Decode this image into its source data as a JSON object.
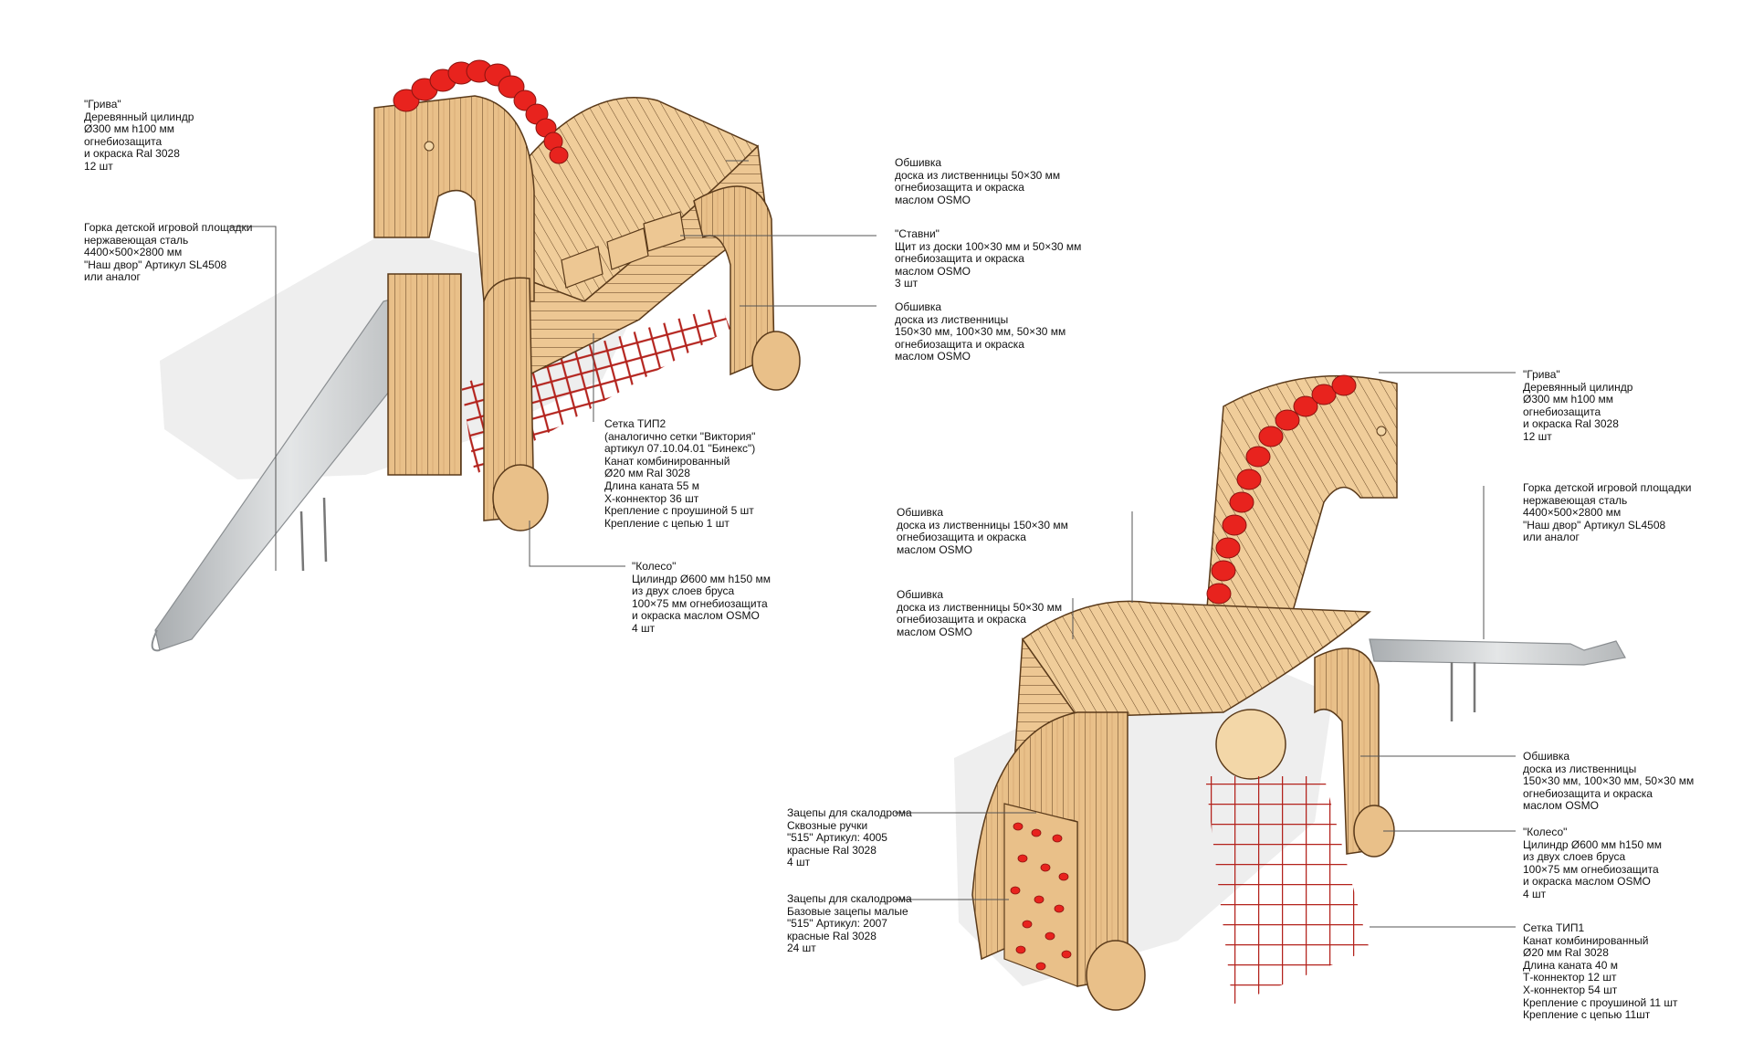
{
  "colors": {
    "wood": "#E9C089",
    "wood_dark": "#C9965A",
    "wood_line": "#5A3A1A",
    "mane_red": "#E8231E",
    "rope_red": "#B3221C",
    "steel": "#C9CCCE",
    "shadow": "#EEEEEE",
    "leader": "#555555"
  },
  "callouts_left": {
    "mane": [
      "\"Грива\"",
      "Деревянный цилиндр",
      "Ø300 мм h100 мм",
      "огнебиозащита",
      "и окраска Ral 3028",
      "12 шт"
    ],
    "slide": [
      "Горка детской игровой площадки",
      "нержавеющая сталь",
      "4400×500×2800 мм",
      "\"Наш двор\" Артикул SL4508",
      "или аналог"
    ],
    "cladding_top": [
      "Обшивка",
      "доска из лиственницы 50×30 мм",
      "огнебиозащита и окраска",
      "маслом OSMO"
    ],
    "shutters": [
      "\"Ставни\"",
      "Щит из доски 100×30 мм и 50×30 мм",
      "огнебиозащита и окраска",
      "маслом OSMO",
      "3 шт"
    ],
    "cladding_side": [
      "Обшивка",
      "доска из лиственницы",
      "150×30 мм, 100×30 мм, 50×30 мм",
      "огнебиозащита и окраска",
      "маслом OSMO"
    ],
    "net": [
      "Сетка ТИП2",
      "(аналогично сетки \"Виктория\"",
      "артикул 07.10.04.01 \"Бинекс\")",
      "Канат комбинированный",
      "Ø20 мм Ral 3028",
      "Длина каната 55 м",
      "Х-коннектор 36 шт",
      "Крепление с проушиной 5 шт",
      "Крепление с цепью 1 шт"
    ],
    "wheel": [
      "\"Колесо\"",
      "Цилиндр Ø600 мм h150 мм",
      "из двух слоев бруса",
      "100×75 мм огнебиозащита",
      "и окраска маслом OSMO",
      "4 шт"
    ]
  },
  "callouts_right": {
    "mane": [
      "\"Грива\"",
      "Деревянный цилиндр",
      "Ø300 мм h100 мм",
      "огнебиозащита",
      "и окраска Ral 3028",
      "12 шт"
    ],
    "slide": [
      "Горка детской игровой площадки",
      "нержавеющая сталь",
      "4400×500×2800 мм",
      "\"Наш двор\" Артикул SL4508",
      "или аналог"
    ],
    "cladding_150": [
      "Обшивка",
      "доска из лиственницы 150×30 мм",
      "огнебиозащита и окраска",
      "маслом OSMO"
    ],
    "cladding_50": [
      "Обшивка",
      "доска из лиственницы 50×30 мм",
      "огнебиозащита и окраска",
      "маслом OSMO"
    ],
    "cladding_side": [
      "Обшивка",
      "доска из лиственницы",
      "150×30 мм, 100×30 мм, 50×30 мм",
      "огнебиозащита и окраска",
      "маслом OSMO"
    ],
    "wheel": [
      "\"Колесо\"",
      "Цилиндр Ø600 мм h150 мм",
      "из двух слоев бруса",
      "100×75 мм огнебиозащита",
      "и окраска маслом OSMO",
      "4 шт"
    ],
    "holds_handles": [
      "Зацепы для скалодрома",
      "Сквозные ручки",
      "\"515\" Артикул: 4005",
      "красные Ral 3028",
      "4 шт"
    ],
    "holds_small": [
      "Зацепы для скалодрома",
      "Базовые зацепы малые",
      "\"515\" Артикул: 2007",
      "красные Ral 3028",
      "24 шт"
    ],
    "net": [
      "Сетка ТИП1",
      "Канат комбинированный",
      "Ø20 мм Ral 3028",
      "Длина каната 40 м",
      "Т-коннектор 12 шт",
      "Х-коннектор 54 шт",
      "Крепление с проушиной 11 шт",
      "Крепление с цепью 11шт"
    ]
  }
}
